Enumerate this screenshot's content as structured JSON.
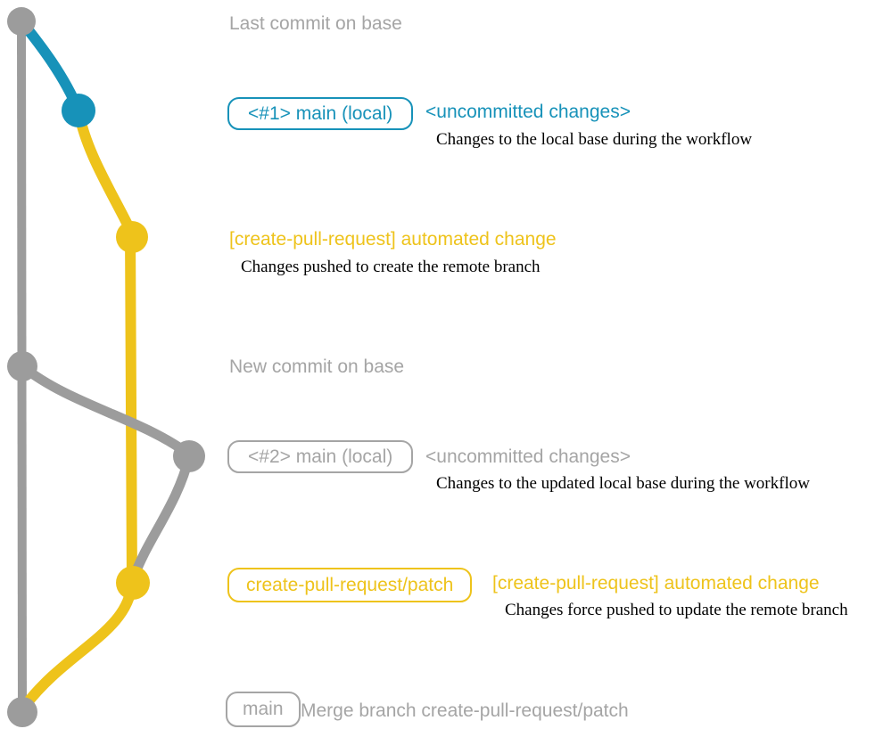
{
  "colors": {
    "graph_gray": "#9c9c9c",
    "blue": "#1792b9",
    "yellow": "#eec31b",
    "label_gray": "#a5a5a5",
    "desc_black": "#000000"
  },
  "graph": {
    "commits": [
      {
        "id": "base-last-commit",
        "color": "gray"
      },
      {
        "id": "local-main-1",
        "color": "blue"
      },
      {
        "id": "remote-patch-create",
        "color": "yellow"
      },
      {
        "id": "base-new-commit",
        "color": "gray"
      },
      {
        "id": "local-main-2",
        "color": "gray"
      },
      {
        "id": "remote-patch-update",
        "color": "yellow"
      },
      {
        "id": "merge-commit",
        "color": "gray"
      }
    ]
  },
  "annotations": {
    "last_commit_label": "Last commit on base",
    "commit1": {
      "branch": "<#1> main (local)",
      "title": "<uncommitted changes>",
      "desc": "Changes to the local base during the workflow"
    },
    "push1": {
      "title": "[create-pull-request] automated change",
      "desc": "Changes pushed to create the remote branch"
    },
    "new_commit_label": "New commit on base",
    "commit2": {
      "branch": "<#2> main (local)",
      "title": "<uncommitted changes>",
      "desc": "Changes to the updated local base during the workflow"
    },
    "push2": {
      "branch": "create-pull-request/patch",
      "title": "[create-pull-request] automated change",
      "desc": "Changes force pushed to update the remote branch"
    },
    "merge": {
      "branch": "main",
      "title": "Merge branch create-pull-request/patch"
    }
  }
}
